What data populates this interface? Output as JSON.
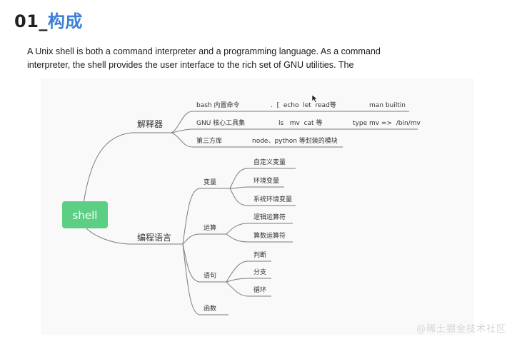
{
  "title": {
    "number": "01_",
    "text": "构成"
  },
  "intro": {
    "line1": "A Unix shell is both a command interpreter and a programming language. As a command",
    "line2": "interpreter, the shell provides the user interface to the rich set of GNU utilities. The"
  },
  "mindmap": {
    "root": "shell",
    "branch_interpreter": {
      "label": "解释器",
      "bash": {
        "label": "bash 内置命令",
        "items": ".  [  echo  let  read等",
        "note": "man builtin"
      },
      "gnu": {
        "label": "GNU 核心工具集",
        "items": "ls   mv  cat 等",
        "note": "type mv =>  /bin/mv"
      },
      "third": {
        "label": "第三方库",
        "items": "node、python 等封装的模块"
      }
    },
    "branch_programming": {
      "label": "编程语言",
      "variable": {
        "label": "变量",
        "children": [
          "自定义变量",
          "环境变量",
          "系统环境变量"
        ]
      },
      "operation": {
        "label": "运算",
        "children": [
          "逻辑运算符",
          "算数运算符"
        ]
      },
      "statement": {
        "label": "语句",
        "children": [
          "判断",
          "分支",
          "循环"
        ]
      },
      "function": {
        "label": "函数"
      }
    },
    "root_color": "#5ccf85"
  },
  "watermark": "@稀土掘金技术社区"
}
